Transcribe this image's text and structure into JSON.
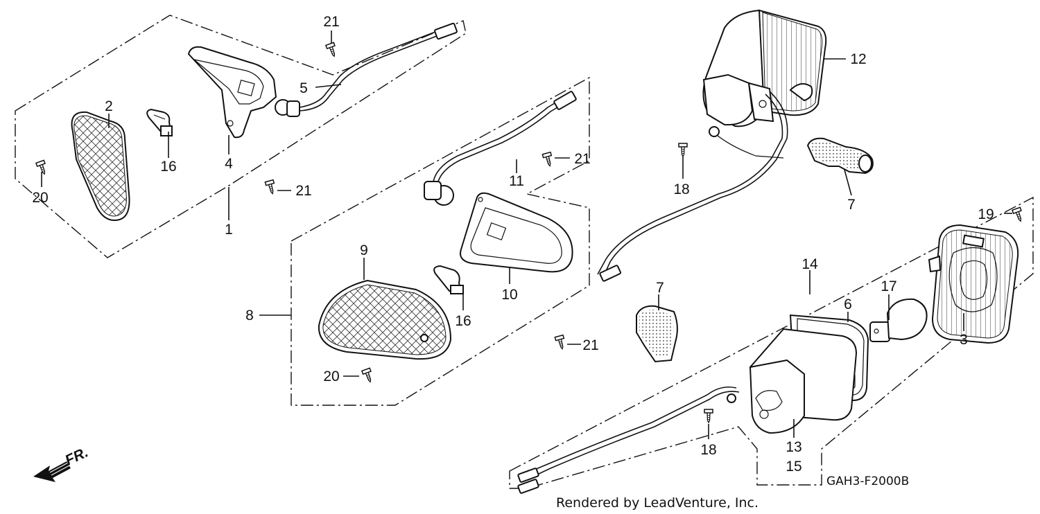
{
  "diagram": {
    "drawing_code": "GAH3-F2000B",
    "credit": "Rendered by LeadVenture, Inc.",
    "front_indicator": "FR.",
    "callouts": {
      "c1": "1",
      "c2": "2",
      "c3": "3",
      "c4": "4",
      "c5": "5",
      "c6": "6",
      "c7a": "7",
      "c7b": "7",
      "c8": "8",
      "c9": "9",
      "c10": "10",
      "c11": "11",
      "c12": "12",
      "c13": "13",
      "c14": "14",
      "c15": "15",
      "c16a": "16",
      "c16b": "16",
      "c17": "17",
      "c18a": "18",
      "c18b": "18",
      "c19": "19",
      "c20a": "20",
      "c20b": "20",
      "c21a": "21",
      "c21b": "21",
      "c21c": "21",
      "c21d": "21"
    }
  }
}
